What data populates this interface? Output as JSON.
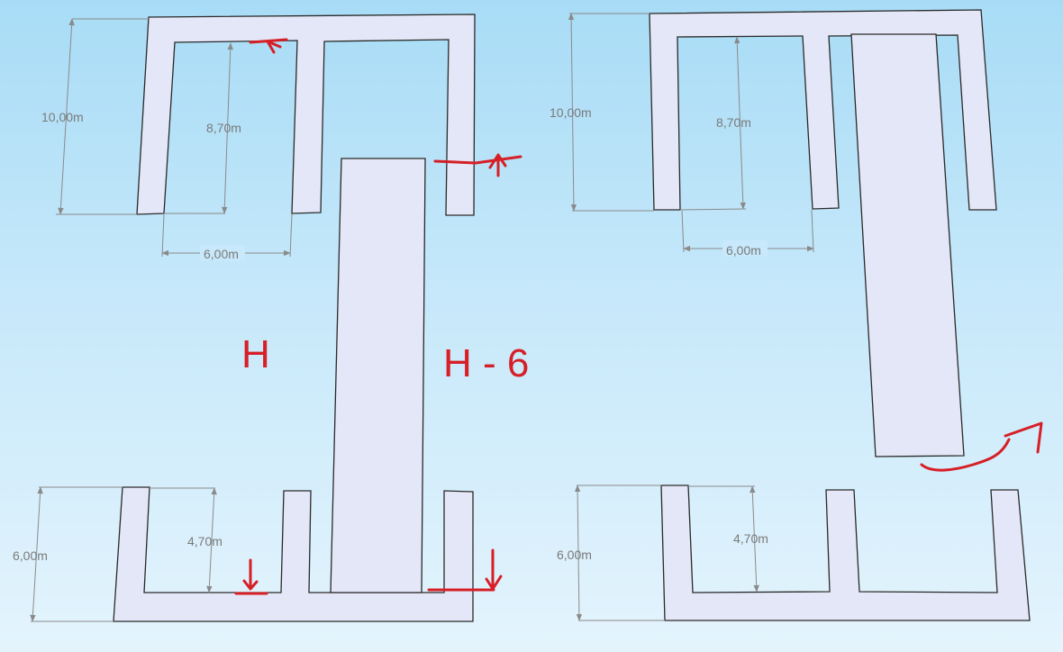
{
  "diagram": {
    "left": {
      "upper_height": "10,00m",
      "inner_height": "8,70m",
      "slot_width": "6,00m",
      "lower_height": "6,00m",
      "lower_inner_height": "4,70m",
      "label_left": "H",
      "label_right": "H - 6"
    },
    "right": {
      "upper_height": "10,00m",
      "inner_height": "8,70m",
      "slot_width": "6,00m",
      "lower_height": "6,00m",
      "lower_inner_height": "4,70m"
    }
  },
  "colors": {
    "background_top": "#a8dcf6",
    "shape_fill": "#e4e7f7",
    "annotation_red": "#d61f26",
    "dimension_gray": "#8a8a8a"
  }
}
